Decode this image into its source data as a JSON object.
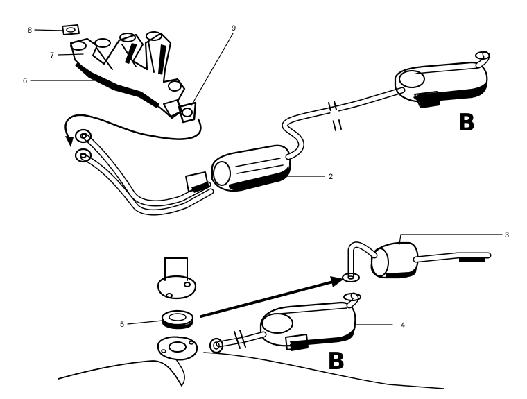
{
  "callouts": {
    "c2": "2",
    "c3": "3",
    "c4": "4",
    "c5": "5",
    "c6": "6",
    "c7": "7",
    "c8": "8",
    "c9": "9"
  },
  "section_labels": {
    "upper": "B",
    "lower": "B"
  }
}
